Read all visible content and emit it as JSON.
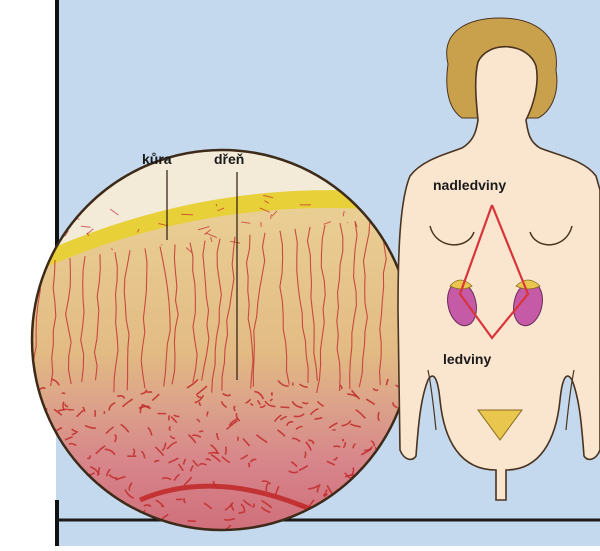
{
  "labels": {
    "cortex": "kůra",
    "medulla": "dřeň",
    "adrenal_glands": "nadledviny",
    "kidneys": "ledviny"
  },
  "colors": {
    "background_blue": "#c4d9ee",
    "skin": "#fae6cf",
    "hair": "#c9a04b",
    "capsule_yellow": "#e8d039",
    "cortex_tan": "#e6c48a",
    "medulla_pink": "#d9888a",
    "vessel_red": "#c22b2b",
    "kidney_purple": "#c55aa6",
    "adrenal_yellow": "#e9c64d",
    "pointer_red": "#d8343a",
    "outline_dark": "#4a3320",
    "frame_black": "#111111"
  },
  "icons": {
    "zoom_view": "magnified-adrenal-cross-section",
    "figure": "human-body-outline-icon"
  }
}
